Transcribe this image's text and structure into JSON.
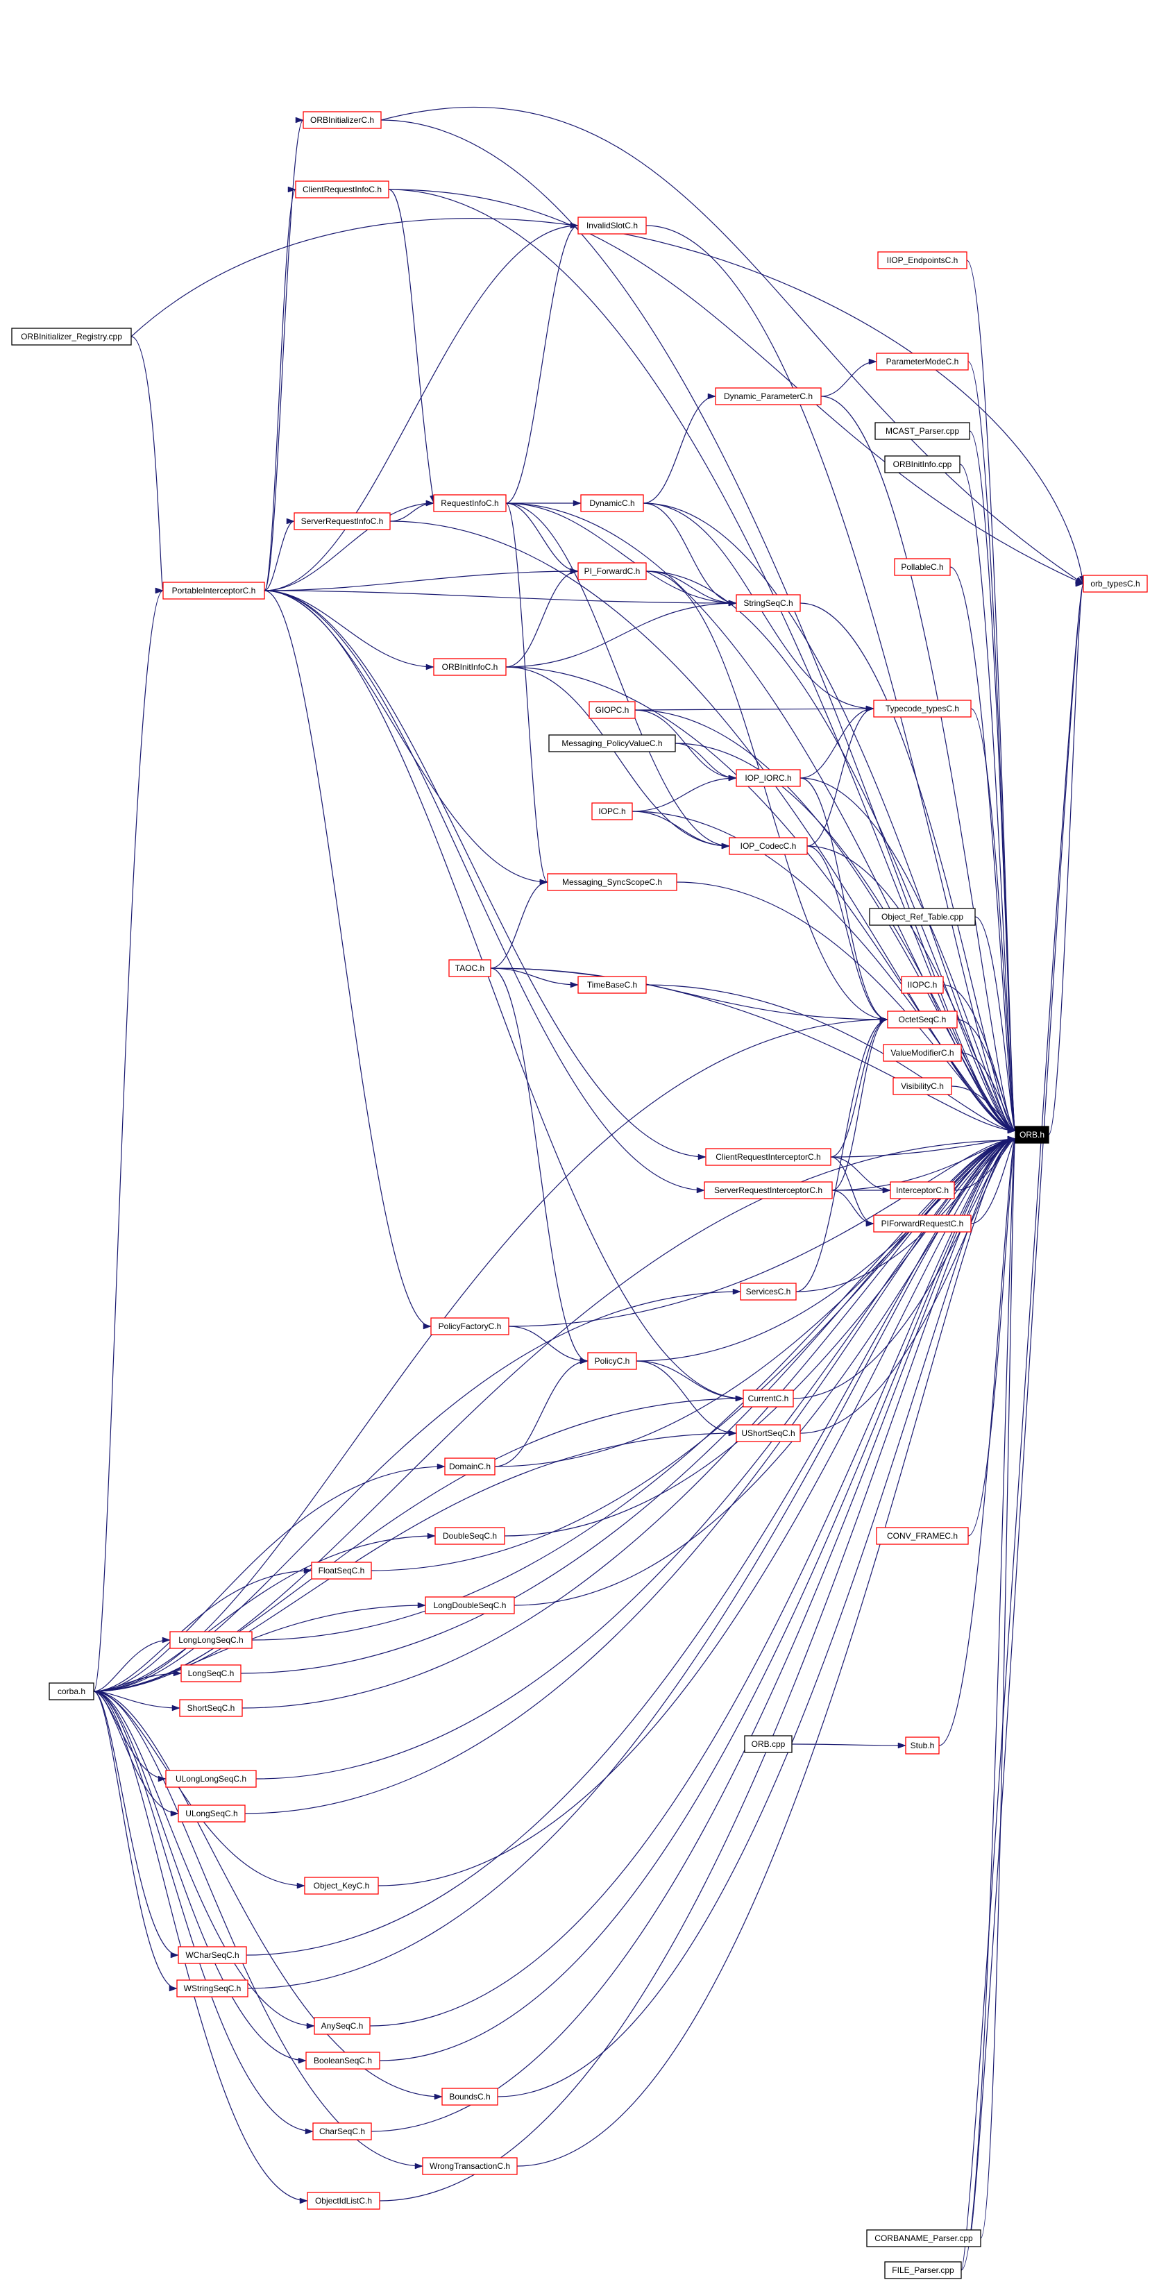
{
  "colors": {
    "edge": "#191970",
    "red_border": "#ff0000",
    "black_border": "#000000",
    "highlight_fill": "#000000",
    "highlight_text": "#ffffff"
  },
  "nodes": {
    "orb_h": "ORB.h",
    "orb_types_h": "orb_typesC.h",
    "orbinitializer_registry": "ORBInitializer_Registry.cpp",
    "portable_interceptor": "PortableInterceptorC.h",
    "orbinitializer": "ORBInitializerC.h",
    "client_request_info": "ClientRequestInfoC.h",
    "server_request_info": "ServerRequestInfoC.h",
    "invalid_slot": "InvalidSlotC.h",
    "request_info": "RequestInfoC.h",
    "orb_init_info_h": "ORBInitInfoC.h",
    "pi_forward": "PI_ForwardC.h",
    "dynamic": "DynamicC.h",
    "dynamic_parameter": "Dynamic_ParameterC.h",
    "parameter_mode": "ParameterModeC.h",
    "string_seq": "StringSeqC.h",
    "iiop_endpoints": "IIOP_EndpointsC.h",
    "mcast_parser": "MCAST_Parser.cpp",
    "orb_init_info_cpp": "ORBInitInfo.cpp",
    "pollable": "PollableC.h",
    "giop": "GIOPC.h",
    "messaging_policy_value": "Messaging_PolicyValueC.h",
    "iop_iorc": "IOP_IORC.h",
    "iopc": "IOPC.h",
    "iop_codec": "IOP_CodecC.h",
    "typecode_types": "Typecode_typesC.h",
    "messaging_sync_scope": "Messaging_SyncScopeC.h",
    "object_ref_table": "Object_Ref_Table.cpp",
    "taoc": "TAOC.h",
    "time_base": "TimeBaseC.h",
    "iiopc": "IIOPC.h",
    "octet_seq": "OctetSeqC.h",
    "value_modifier": "ValueModifierC.h",
    "visibility": "VisibilityC.h",
    "client_request_interceptor": "ClientRequestInterceptorC.h",
    "server_request_interceptor": "ServerRequestInterceptorC.h",
    "interceptor": "InterceptorC.h",
    "pi_forward_request": "PIForwardRequestC.h",
    "services": "ServicesC.h",
    "policy_factory": "PolicyFactoryC.h",
    "policy": "PolicyC.h",
    "current": "CurrentC.h",
    "ushort_seq": "UShortSeqC.h",
    "domain": "DomainC.h",
    "double_seq": "DoubleSeqC.h",
    "conv_frame": "CONV_FRAMEC.h",
    "float_seq": "FloatSeqC.h",
    "long_double_seq": "LongDoubleSeqC.h",
    "long_long_seq": "LongLongSeqC.h",
    "corba": "corba.h",
    "long_seq": "LongSeqC.h",
    "short_seq": "ShortSeqC.h",
    "orb_cpp": "ORB.cpp",
    "stub": "Stub.h",
    "ulong_long_seq": "ULongLongSeqC.h",
    "ulong_seq": "ULongSeqC.h",
    "object_key": "Object_KeyC.h",
    "wchar_seq": "WCharSeqC.h",
    "wstring_seq": "WStringSeqC.h",
    "any_seq": "AnySeqC.h",
    "boolean_seq": "BooleanSeqC.h",
    "bounds": "BoundsC.h",
    "char_seq": "CharSeqC.h",
    "wrong_transaction": "WrongTransactionC.h",
    "objectid_list": "ObjectIdListC.h",
    "corbaname_parser": "CORBANAME_Parser.cpp",
    "file_parser": "FILE_Parser.cpp"
  }
}
